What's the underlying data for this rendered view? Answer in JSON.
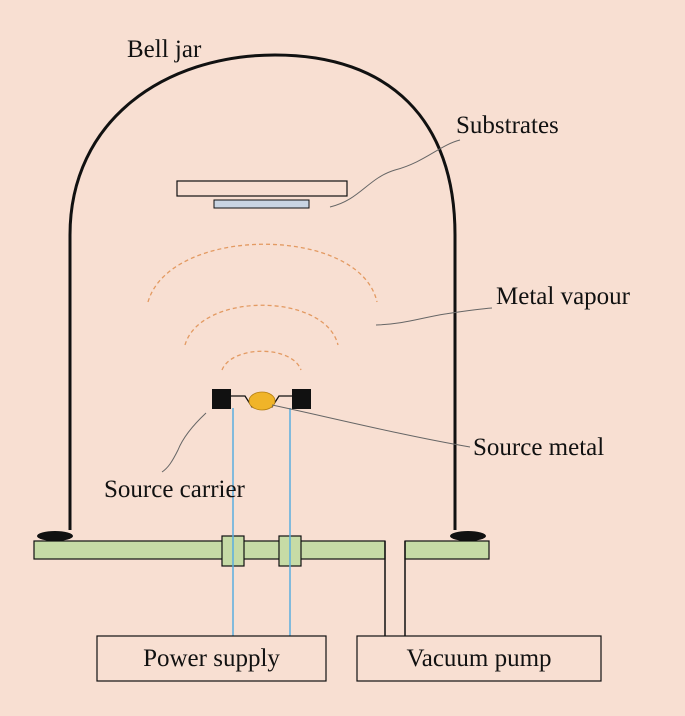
{
  "diagram": {
    "labels": {
      "bell_jar": "Bell jar",
      "substrates": "Substrates",
      "metal_vapour": "Metal vapour",
      "source_metal": "Source metal",
      "source_carrier": "Source carrier",
      "power_supply": "Power supply",
      "vacuum_pump": "Vacuum pump"
    },
    "colors": {
      "background": "#f8dfd2",
      "base_plate": "#c6dba6",
      "substrate": "#c9d4e2",
      "vapour": "#e39a62",
      "source_metal": "#f0b429",
      "electrode_wire": "#5aaee0",
      "outline": "#111111"
    }
  }
}
